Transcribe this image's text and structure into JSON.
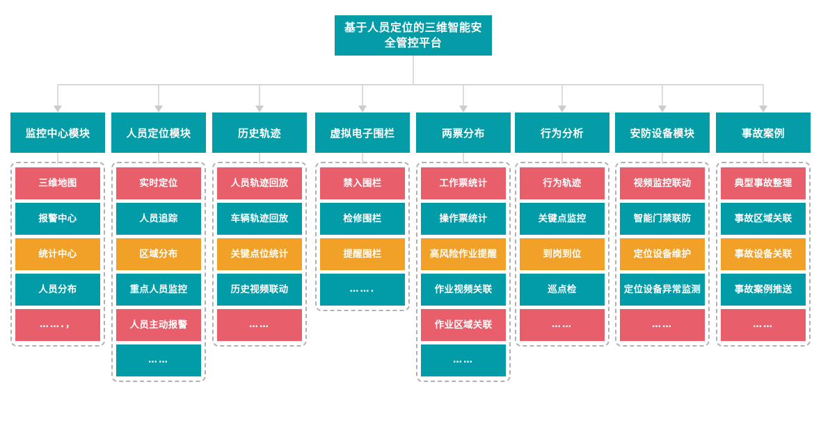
{
  "diagram": {
    "title": "基于人员定位的三维智能安全管控平台",
    "colors": {
      "header_teal": "#049CA6",
      "cell_teal": "#029CA8",
      "cell_red": "#E85F6B",
      "cell_orange": "#F2A128",
      "connector_gray": "#CCCCCC",
      "group_border_gray": "#B0B0B0",
      "background": "#FFFFFF"
    },
    "columns": [
      {
        "header": "监控中心模块",
        "items": [
          {
            "label": "三维地图",
            "color": "red"
          },
          {
            "label": "报警中心",
            "color": "teal"
          },
          {
            "label": "统计中心",
            "color": "orange"
          },
          {
            "label": "人员分布",
            "color": "teal"
          },
          {
            "label": "…….，",
            "color": "red"
          }
        ]
      },
      {
        "header": "人员定位模块",
        "items": [
          {
            "label": "实时定位",
            "color": "red"
          },
          {
            "label": "人员追踪",
            "color": "teal"
          },
          {
            "label": "区域分布",
            "color": "orange"
          },
          {
            "label": "重点人员监控",
            "color": "teal"
          },
          {
            "label": "人员主动报警",
            "color": "red"
          },
          {
            "label": "……",
            "color": "teal"
          }
        ]
      },
      {
        "header": "历史轨迹",
        "items": [
          {
            "label": "人员轨迹回放",
            "color": "red"
          },
          {
            "label": "车辆轨迹回放",
            "color": "teal"
          },
          {
            "label": "关键点位统计",
            "color": "orange"
          },
          {
            "label": "历史视频联动",
            "color": "teal"
          },
          {
            "label": "……",
            "color": "red"
          }
        ]
      },
      {
        "header": "虚拟电子围栏",
        "items": [
          {
            "label": "禁入围栏",
            "color": "red"
          },
          {
            "label": "检修围栏",
            "color": "teal"
          },
          {
            "label": "提醒围栏",
            "color": "orange"
          },
          {
            "label": "…….",
            "color": "teal"
          }
        ]
      },
      {
        "header": "两票分布",
        "items": [
          {
            "label": "工作票统计",
            "color": "red"
          },
          {
            "label": "操作票统计",
            "color": "teal"
          },
          {
            "label": "高风险作业提醒",
            "color": "orange"
          },
          {
            "label": "作业视频关联",
            "color": "teal"
          },
          {
            "label": "作业区域关联",
            "color": "red"
          },
          {
            "label": "……",
            "color": "teal"
          }
        ]
      },
      {
        "header": "行为分析",
        "items": [
          {
            "label": "行为轨迹",
            "color": "red"
          },
          {
            "label": "关键点监控",
            "color": "teal"
          },
          {
            "label": "到岗到位",
            "color": "orange"
          },
          {
            "label": "巡点检",
            "color": "teal"
          },
          {
            "label": "……",
            "color": "red"
          }
        ]
      },
      {
        "header": "安防设备模块",
        "items": [
          {
            "label": "视频监控联动",
            "color": "red"
          },
          {
            "label": "智能门禁联防",
            "color": "teal"
          },
          {
            "label": "定位设备维护",
            "color": "orange"
          },
          {
            "label": "定位设备异常监测",
            "color": "teal"
          },
          {
            "label": "……",
            "color": "red"
          }
        ]
      },
      {
        "header": "事故案例",
        "items": [
          {
            "label": "典型事故整理",
            "color": "red"
          },
          {
            "label": "事故区域关联",
            "color": "teal"
          },
          {
            "label": "事故设备关联",
            "color": "orange"
          },
          {
            "label": "事故案例推送",
            "color": "teal"
          },
          {
            "label": "……",
            "color": "red"
          }
        ]
      }
    ]
  }
}
